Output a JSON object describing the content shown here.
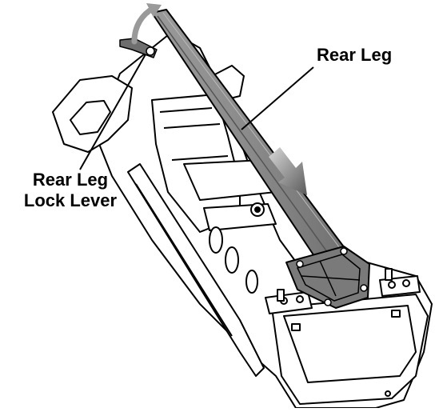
{
  "diagram": {
    "callouts": {
      "rear_leg": "Rear Leg",
      "lock_lever_line1": "Rear Leg",
      "lock_lever_line2": "Lock Lever"
    },
    "colors": {
      "outline": "#000000",
      "part_fill": "#ffffff",
      "rear_leg_fill": "#8c8c8c",
      "rear_leg_shade": "#6e6e6e",
      "foot_plate_fill": "#7a7a7a",
      "arrow_fill": "#7f7f7f",
      "background": "#ffffff"
    },
    "icons": {
      "rotation_arrow": "curved-arrow-icon",
      "direction_arrow": "down-right-arrow-icon"
    }
  }
}
